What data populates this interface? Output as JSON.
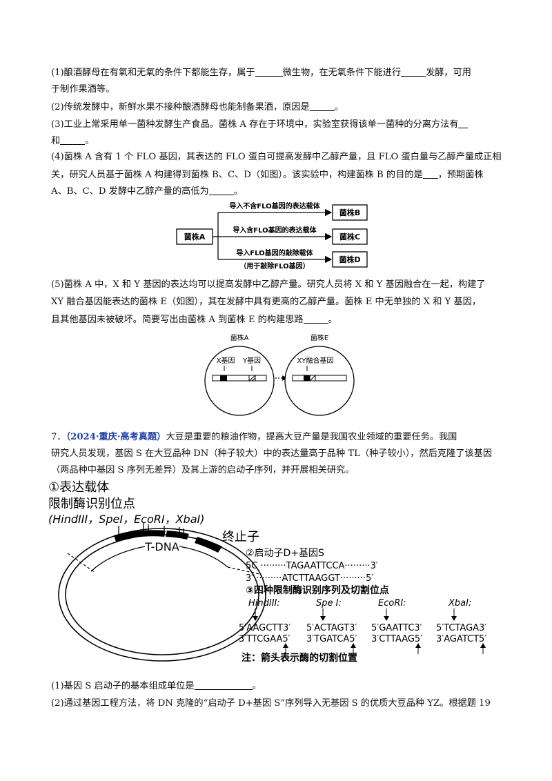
{
  "q6": {
    "p1_a": "(1)酿酒酵母在有氧和无氧的条件下都能生存，属于",
    "p1_b": "微生物，在无氧条件下能进行",
    "p1_c": "发酵，可用",
    "p1_d": "于制作果酒等。",
    "p2_a": "(2)传统发酵中，新鲜水果不接种酿酒酵母也能制备果酒，原因是",
    "p2_b": "。",
    "p3_a": "(3)工业上常采用单一菌种发酵生产食品。菌株 A 存在于环境中，实验室获得该单一菌种的分离方法有",
    "p3_b": "和",
    "p3_c": "。",
    "p4_a": "(4)菌株 A 含有 1 个 FLO 基因，其表达的 FLO 蛋白可提高发酵中乙醇产量，且 FLO 蛋白量与乙醇产量成正相",
    "p4_b": "关，研究人员基于菌株 A 构建得到菌株 B、C、D（如图）。该实验中，构建菌株 B 的目的是",
    "p4_c": "，预期菌株",
    "p4_d": "A、B、C、D 发酵中乙醇产量的高低为",
    "p4_e": "。",
    "p5_a": "(5)菌株 A 中，X 和 Y 基因的表达均可以提高发酵中乙醇产量。研究人员将 X 和 Y 基因融合在一起，构建了",
    "p5_b": "XY 融合基因能表达的菌株 E（如图），其在发酵中具有更高的乙醇产量。菌株 E 中无单独的 X 和 Y 基因，",
    "p5_c": "且其他基因未被破坏。简要写出由菌株 A 到菌株 E 的构建思路",
    "p5_d": "。"
  },
  "flow": {
    "source": "菌株A",
    "arrow1": "导入不含FLO基因的表达载体",
    "arrow2": "导入含FLO基因的表达载体",
    "arrow3": "导入FLO基因的敲除载体",
    "arrow3_note": "（用于敲除FLO基因）",
    "target_b": "菌株B",
    "target_c": "菌株C",
    "target_d": "菌株D"
  },
  "cells": {
    "left_title": "菌株A",
    "x_gene": "X基因",
    "y_gene": "Y基因",
    "right_title": "菌株E",
    "xy_gene": "XY融合基因"
  },
  "q7": {
    "number": "7．",
    "source": "（2024·重庆·高考真题）",
    "l1": "大豆是重要的粮油作物，提高大豆产量是我国农业领域的重要任务。我国",
    "l2": "研究人员发现，基因 S 在大豆品种 DN（种子较大）中的表达量高于品种 TL（种子较小），然后克隆了该基因",
    "l3": "（两品种中基因 S 序列无差异）及其上游的启动子序列，并开展相关研究。"
  },
  "plasmid": {
    "title1": "①表达载体",
    "title2": "限制酶识别位点",
    "enzymes_line": "(HindIII，SpeI，EcoRI，XbaI)",
    "terminator": "终止子",
    "tdna": "T-DNA",
    "promoter_title": "②启动子D+基因S",
    "seq_top": "5C ·········TAGAATTCCA·········3′",
    "seq_bottom": "3′ ·········ATCTTAAGGT·········5′",
    "sites_title": "③四种限制酶识别序列及切割位点",
    "enzymes": [
      {
        "name": "HindIII:",
        "top": "5′AAGCTT3′",
        "bottom": "3′TTCGAA5′"
      },
      {
        "name": "Spe I:",
        "top": "5′ACTAGT3′",
        "bottom": "3′TGATCA5′"
      },
      {
        "name": "EcoRI:",
        "top": "5′GAATTC3′",
        "bottom": "3′CTTAAG5′"
      },
      {
        "name": "XbaI:",
        "top": "5′TCTAGA3′",
        "bottom": "3′AGATCT5′"
      }
    ],
    "note": "注：箭头表示酶的切割位置"
  },
  "q7_sub": {
    "s1_a": "(1)基因 S 启动子的基本组成单位是",
    "s1_b": "。",
    "s2": "(2)通过基因工程方法，将 DN 克隆的“启动子 D+基因 S”序列导入无基因 S 的优质大豆品种 YZ。根据题 19"
  }
}
